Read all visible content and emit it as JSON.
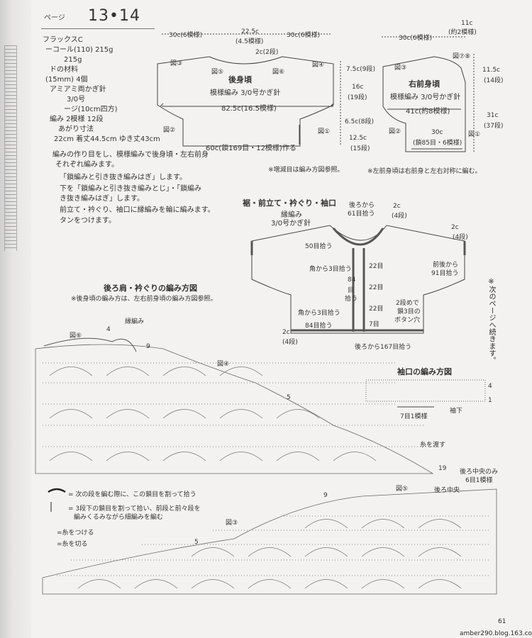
{
  "header": {
    "label": "ページ",
    "pages": "13•14"
  },
  "materials": [
    "フラックスC",
    "ーコール(110) 215g",
    "215g",
    "ドの材料",
    "(15mm) 4個",
    "アミアミ両かぎ針",
    "3/0号",
    "ージ(10cm四方)",
    "編み 2模様 12段",
    "あがり寸法",
    "22cm 着丈44.5cm ゆき丈43cm"
  ],
  "instructions": [
    "編みの作り目をし、模様編みで後身頃・左右前身",
    "それぞれ編みます。",
    "「鎖編みと引き抜き編みはぎ」します。",
    "下を「鎖編みと引き抜き編みとじ」・「鎖編み",
    "き抜き編みはぎ」します。",
    "前立て・衿ぐり、袖口に縁編みを輪に編みます。",
    "タンをつけます。"
  ],
  "back": {
    "title": "後身頃",
    "pattern": "模様編み 3/0号かぎ針",
    "dim_left": "30c(6模様)",
    "dim_center": "22.5c",
    "dim_center_sub": "(4.5模様)",
    "dim_right": "30c(6模様)",
    "dim_neck": "2c(2段)",
    "width": "82.5c(16.5模様)",
    "cast_on": "60c(鎖169目・12模様)作る",
    "fig3": "図③",
    "fig4": "図④",
    "fig5": "図⑤",
    "fig6": "図⑥",
    "fig2": "図②",
    "fig1": "図①"
  },
  "side_dims": {
    "a": "7.5c(9段)",
    "b1": "16c",
    "b2": "(19段)",
    "c": "6.5c(8段)",
    "d1": "12.5c",
    "d2": "(15段)"
  },
  "front": {
    "title": "右前身頃",
    "pattern": "模様編み 3/0号かぎ針",
    "top": "30c(6模様)",
    "top_right1": "11c",
    "top_right2": "(約2模様)",
    "width": "41c(約8模様)",
    "bottom1": "30c",
    "bottom2": "(鎖85目・6模様)",
    "right1": "11.5c",
    "right2": "(14段)",
    "right3": "31c",
    "right4": "(37段)",
    "fig3": "図③",
    "fig78": "図⑦⑧",
    "fig2": "図②",
    "fig1": "図①"
  },
  "notes": {
    "n1": "※増減目は編み方図参照。",
    "n2": "※左前身頃は右前身と左右対称に編む。"
  },
  "edging": {
    "title": "裾・前立て・衿ぐり・袖口",
    "sub1": "縁編み",
    "sub2": "3/0号かぎ針",
    "l1": "後ろから",
    "l2": "61目拾う",
    "l3": "2c",
    "l4": "(4段)",
    "l5": "2c",
    "l6": "(4段)",
    "l7": "50目拾う",
    "l8": "前後から",
    "l9": "91目拾う",
    "l10": "角から3目拾う",
    "l11": "22目",
    "l12": "84",
    "l13": "目",
    "l14": "拾う",
    "l15": "22目",
    "l16": "2段めで",
    "l17": "鎖3目の",
    "l18": "ボタン穴",
    "l19": "角から3目拾う",
    "l20": "22目",
    "l21": "84目拾う",
    "l22": "7目",
    "l23": "2c",
    "l24": "(4段)",
    "l25": "後ろから167目拾う"
  },
  "back_chart": {
    "title": "後ろ肩・衿ぐりの編み方図",
    "note": "※後身頃の編み方は、左右前身頃の編み方図参照。",
    "edge": "縁編み",
    "fig6": "図⑥",
    "fig4": "図④",
    "n4": "4",
    "n9": "9",
    "n5": "5",
    "n19": "19",
    "yarn": "糸を渡す"
  },
  "sleeve": {
    "title": "袖口の編み方図",
    "one_pattern": "7目1模様",
    "sleeve_bottom": "袖下",
    "n4": "4",
    "n1": "1"
  },
  "legend": {
    "l1": "= 次の段を編む際に、この鎖目を割って拾う",
    "l2a": "= 3段下の鎖目を割って拾い、前段と前々段を",
    "l2b": "編みくるみながら細編みを編む",
    "l3": "=糸をつける",
    "l4": "=糸を切る"
  },
  "front_chart": {
    "c1": "後ろ中央のみ",
    "c2": "6目1模様",
    "c3": "後ろ中央",
    "fig5": "図⑤",
    "fig3": "図③",
    "n9": "9",
    "n5": "5"
  },
  "vertical_note": "※次のページへ続きます。",
  "page_number": "61",
  "source": "amber290.blog.163.com"
}
